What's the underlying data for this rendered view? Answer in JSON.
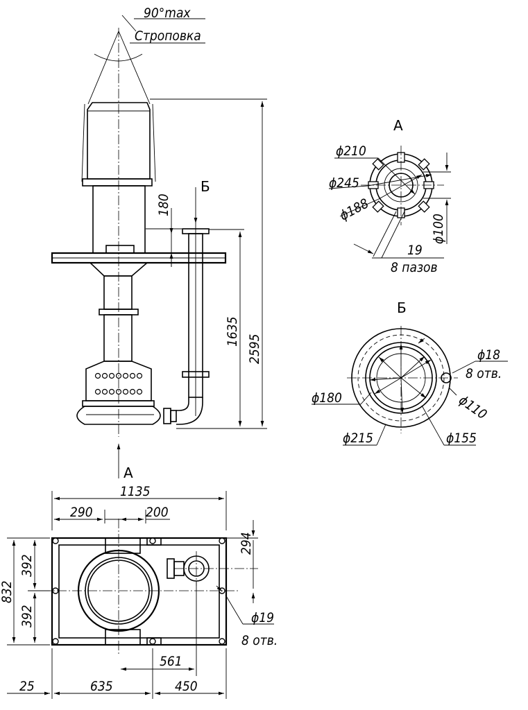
{
  "views": {
    "front": {
      "angle": "90°max",
      "sling": "Строповка",
      "dim_height_total": "2595",
      "dim_height_outlet": "1635",
      "dim_flange": "180",
      "view_arrow_a": "А",
      "view_arrow_b": "Б"
    },
    "view_a": {
      "title": "А",
      "d210": "ϕ210",
      "d245": "ϕ245",
      "d188": "ϕ188",
      "d100": "ϕ100",
      "slot_width": "19",
      "slot_count": "8 пазов"
    },
    "view_b": {
      "title": "Б",
      "d18": "ϕ18",
      "holes": "8 отв.",
      "d180": "ϕ180",
      "d110": "ϕ110",
      "d215": "ϕ215",
      "d155": "ϕ155"
    },
    "plan": {
      "w_total": "1135",
      "w_290": "290",
      "w_200": "200",
      "h_total": "832",
      "h_392a": "392",
      "h_392b": "392",
      "h_294": "294",
      "d19": "ϕ19",
      "holes": "8 отв.",
      "w_561": "561",
      "w_25": "25",
      "w_635": "635",
      "w_450": "450"
    }
  }
}
